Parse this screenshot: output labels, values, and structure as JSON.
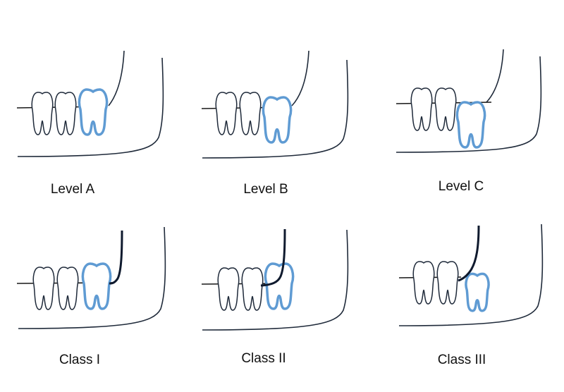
{
  "colors": {
    "outline": "#1f2a3a",
    "wisdom_tooth": "#5f9bd3",
    "occlusal_line": "#1a1a1a",
    "ramus": "#0f1a2e"
  },
  "panels": [
    {
      "label": "Level A",
      "depth": "A"
    },
    {
      "label": "Level B",
      "depth": "B"
    },
    {
      "label": "Level C",
      "depth": "C"
    },
    {
      "label": "Class I",
      "ramus_class": "I"
    },
    {
      "label": "Class II",
      "ramus_class": "II"
    },
    {
      "label": "Class III",
      "ramus_class": "III"
    }
  ]
}
